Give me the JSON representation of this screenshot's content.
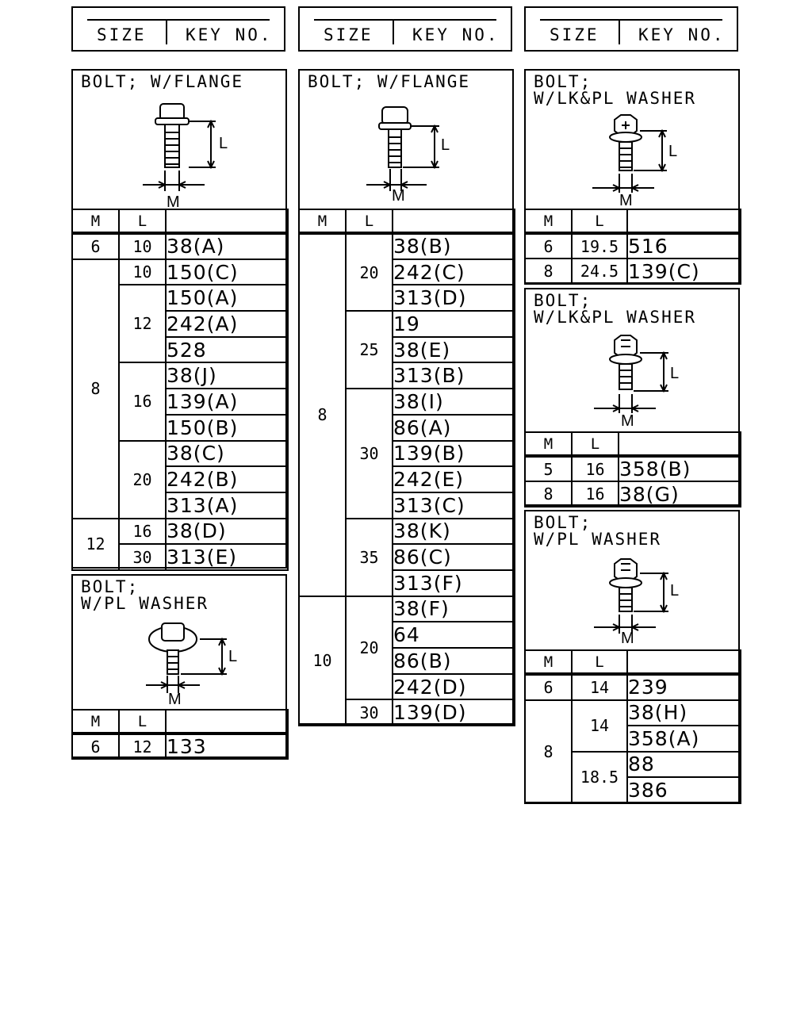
{
  "header": {
    "size_label": "SIZE",
    "key_label": "KEY NO."
  },
  "col_m": "M",
  "col_l": "L",
  "dim_l": "L",
  "dim_m": "M",
  "panel1": {
    "title": "BOLT; W/FLANGE",
    "rows": [
      {
        "m": "6",
        "l": "10",
        "keys": [
          "38(A)"
        ]
      },
      {
        "m": "8",
        "groups": [
          {
            "l": "10",
            "keys": [
              "150(C)"
            ]
          },
          {
            "l": "12",
            "keys": [
              "150(A)",
              "242(A)",
              "528"
            ]
          },
          {
            "l": "16",
            "keys": [
              "38(J)",
              "139(A)",
              "150(B)"
            ]
          },
          {
            "l": "20",
            "keys": [
              "38(C)",
              "242(B)",
              "313(A)"
            ]
          }
        ]
      },
      {
        "m": "12",
        "groups": [
          {
            "l": "16",
            "keys": [
              "38(D)"
            ]
          },
          {
            "l": "30",
            "keys": [
              "313(E)"
            ]
          }
        ]
      }
    ]
  },
  "panel2": {
    "title": "BOLT;\nW/PL WASHER",
    "rows": [
      {
        "m": "6",
        "l": "12",
        "keys": [
          "133"
        ]
      }
    ]
  },
  "panel3": {
    "title": "BOLT; W/FLANGE",
    "rows": [
      {
        "m": "8",
        "groups": [
          {
            "l": "20",
            "keys": [
              "38(B)",
              "242(C)",
              "313(D)"
            ]
          },
          {
            "l": "25",
            "keys": [
              "19",
              "38(E)",
              "313(B)"
            ]
          },
          {
            "l": "30",
            "keys": [
              "38(I)",
              "86(A)",
              "139(B)",
              "242(E)",
              "313(C)"
            ]
          },
          {
            "l": "35",
            "keys": [
              "38(K)",
              "86(C)",
              "313(F)"
            ]
          }
        ]
      },
      {
        "m": "10",
        "groups": [
          {
            "l": "20",
            "keys": [
              "38(F)",
              "64",
              "86(B)",
              "242(D)"
            ]
          },
          {
            "l": "30",
            "keys": [
              "139(D)"
            ]
          }
        ]
      }
    ]
  },
  "panel4": {
    "title": "BOLT;\nW/LK&PL WASHER",
    "rows": [
      {
        "m": "6",
        "l": "19.5",
        "keys": [
          "516"
        ]
      },
      {
        "m": "8",
        "l": "24.5",
        "keys": [
          "139(C)"
        ]
      }
    ]
  },
  "panel5": {
    "title": "BOLT;\nW/LK&PL WASHER",
    "rows": [
      {
        "m": "5",
        "l": "16",
        "keys": [
          "358(B)"
        ]
      },
      {
        "m": "8",
        "l": "16",
        "keys": [
          "38(G)"
        ]
      }
    ]
  },
  "panel6": {
    "title": "BOLT;\nW/PL WASHER",
    "rows": [
      {
        "m": "6",
        "l": "14",
        "keys": [
          "239"
        ]
      },
      {
        "m": "8",
        "groups": [
          {
            "l": "14",
            "keys": [
              "38(H)",
              "358(A)"
            ]
          },
          {
            "l": "18.5",
            "keys": [
              "88",
              "386"
            ]
          }
        ]
      }
    ]
  }
}
